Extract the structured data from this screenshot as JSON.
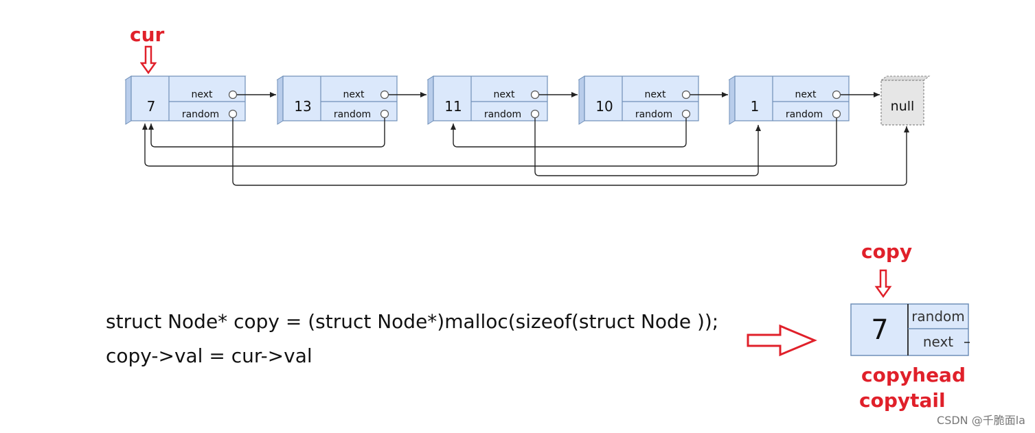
{
  "pointers": {
    "cur": "cur",
    "copy": "copy",
    "copyhead": "copyhead",
    "copytail": "copytail"
  },
  "list": {
    "nodes": [
      {
        "val": "7"
      },
      {
        "val": "13"
      },
      {
        "val": "11"
      },
      {
        "val": "10"
      },
      {
        "val": "1"
      }
    ],
    "next_label": "next",
    "random_label": "random",
    "null_label": "null"
  },
  "code": {
    "line1": "struct Node* copy = (struct Node*)malloc(sizeof(struct Node  ));",
    "line2": "copy->val = cur->val"
  },
  "copy_node": {
    "val": "7",
    "random_label": "random",
    "next_label": "next"
  },
  "watermark": "CSDN @千脆面la",
  "colors": {
    "accent_red": "#e0202a",
    "node_fill": "#dbe8fb",
    "node_stroke": "#6f8fb8"
  }
}
